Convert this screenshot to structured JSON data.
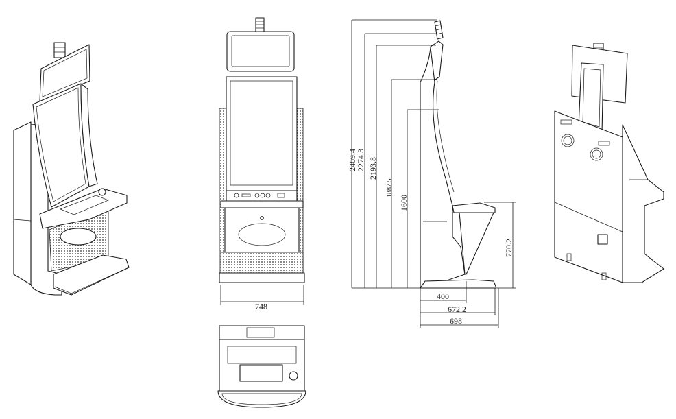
{
  "dimensions": {
    "width_front": "748",
    "heights": [
      {
        "id": "h1",
        "label": "2409.4"
      },
      {
        "id": "h2",
        "label": "2274.3"
      },
      {
        "id": "h3",
        "label": "2193.8"
      },
      {
        "id": "h4",
        "label": "1887.5"
      },
      {
        "id": "h5",
        "label": "1600"
      }
    ],
    "desk_height": "770.2",
    "depths": [
      {
        "id": "d1",
        "label": "400"
      },
      {
        "id": "d2",
        "label": "672.2"
      },
      {
        "id": "d3",
        "label": "698"
      }
    ]
  }
}
